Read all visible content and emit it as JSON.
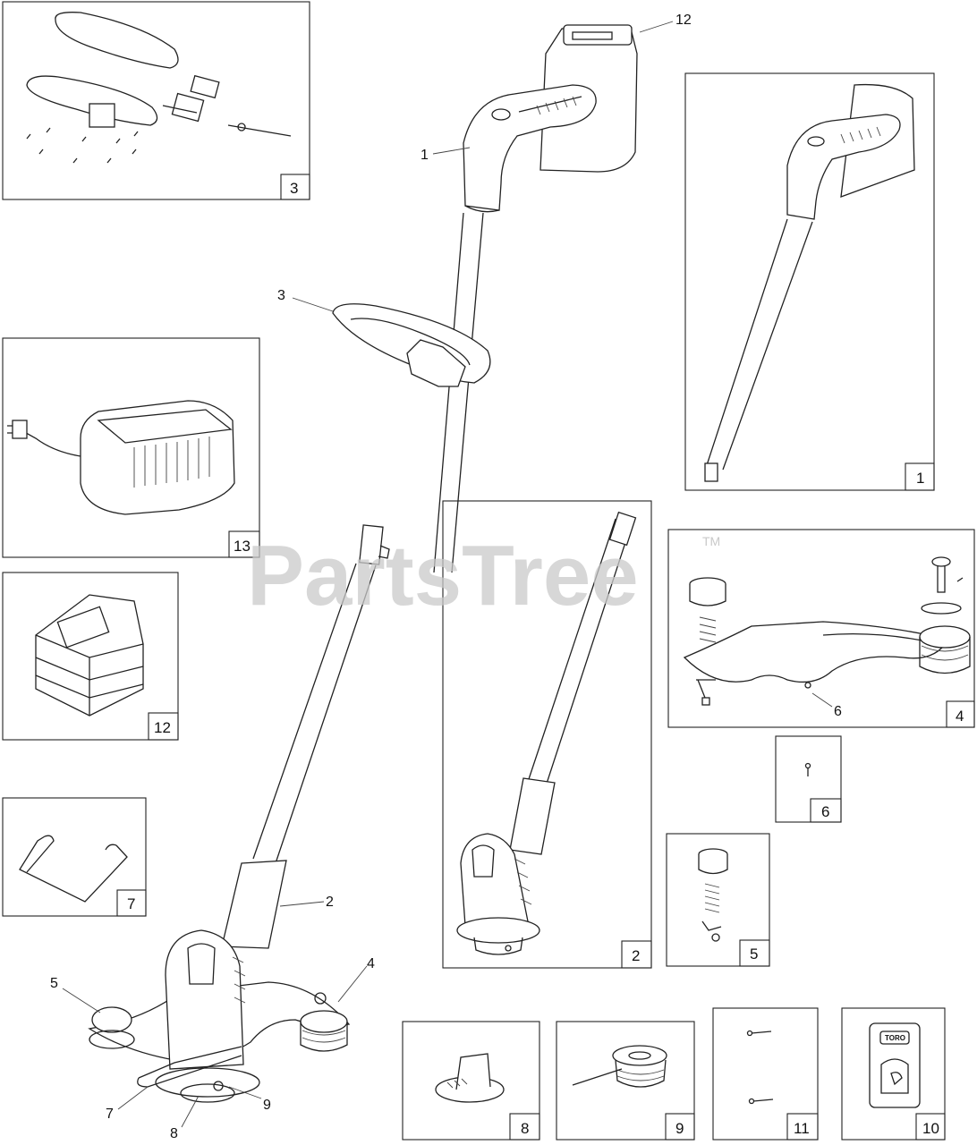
{
  "diagram": {
    "watermark": "PartsTree",
    "trademark": "TM",
    "brand_plate": "TORO",
    "callouts": [
      {
        "id": "c-1",
        "label": "1"
      },
      {
        "id": "c-12",
        "label": "12"
      },
      {
        "id": "c-3",
        "label": "3"
      },
      {
        "id": "c-2",
        "label": "2"
      },
      {
        "id": "c-4",
        "label": "4"
      },
      {
        "id": "c-5",
        "label": "5"
      },
      {
        "id": "c-7",
        "label": "7"
      },
      {
        "id": "c-8",
        "label": "8"
      },
      {
        "id": "c-9",
        "label": "9"
      },
      {
        "id": "c-6",
        "label": "6"
      }
    ],
    "boxes": [
      {
        "id": "box-3",
        "number": "3"
      },
      {
        "id": "box-1",
        "number": "1"
      },
      {
        "id": "box-13",
        "number": "13"
      },
      {
        "id": "box-12",
        "number": "12"
      },
      {
        "id": "box-7",
        "number": "7"
      },
      {
        "id": "box-2",
        "number": "2"
      },
      {
        "id": "box-4",
        "number": "4"
      },
      {
        "id": "box-6",
        "number": "6"
      },
      {
        "id": "box-5",
        "number": "5"
      },
      {
        "id": "box-8",
        "number": "8"
      },
      {
        "id": "box-9",
        "number": "9"
      },
      {
        "id": "box-11",
        "number": "11"
      },
      {
        "id": "box-10",
        "number": "10"
      }
    ]
  }
}
